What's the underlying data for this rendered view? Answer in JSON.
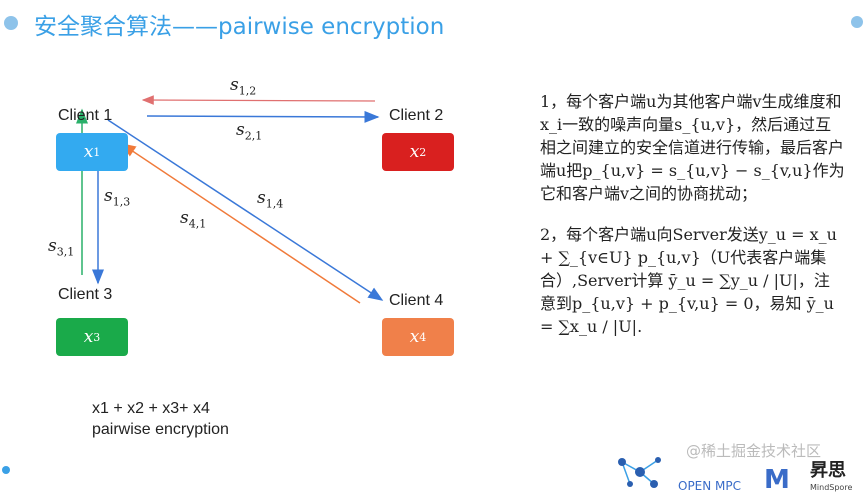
{
  "header": {
    "title": "安全聚合算法——pairwise encryption"
  },
  "colors": {
    "title": "#3aa0e6",
    "client1": "#33aaf0",
    "client2": "#d9201f",
    "client3": "#1aaa4a",
    "client4": "#f0804a",
    "arrow_blue": "#3a78d8",
    "arrow_red": "#e07070",
    "arrow_green": "#2ab06a",
    "arrow_orange": "#f07a3a"
  },
  "clients": {
    "c1": {
      "label": "Client 1",
      "var": "x",
      "sub": "1"
    },
    "c2": {
      "label": "Client 2",
      "var": "x",
      "sub": "2"
    },
    "c3": {
      "label": "Client 3",
      "var": "x",
      "sub": "3"
    },
    "c4": {
      "label": "Client 4",
      "var": "x",
      "sub": "4"
    }
  },
  "edges": {
    "s12": {
      "var": "s",
      "sub": "1,2"
    },
    "s21": {
      "var": "s",
      "sub": "2,1"
    },
    "s13": {
      "var": "s",
      "sub": "1,3"
    },
    "s31": {
      "var": "s",
      "sub": "3,1"
    },
    "s14": {
      "var": "s",
      "sub": "1,4"
    },
    "s41": {
      "var": "s",
      "sub": "4,1"
    }
  },
  "note": {
    "line1": "x1  +  x2 + x3+ x4",
    "line2": "pairwise encryption"
  },
  "description": {
    "p1": "1，每个客户端u为其他客户端v生成维度和x_i一致的噪声向量s_{u,v}，然后通过互相之间建立的安全信道进行传输，最后客户端u把p_{u,v} = s_{u,v} − s_{v,u}作为它和客户端v之间的协商扰动；",
    "p2": "2，每个客户端u向Server发送y_u = x_u + ∑_{v∈U} p_{u,v}（U代表客户端集合）,Server计算 ȳ_u = ∑y_u / |U|，注意到p_{u,v} + p_{v,u} = 0，易知 ȳ_u = ∑x_u / |U|."
  },
  "footer": {
    "logo_text": "OPEN MPC",
    "mindspore": "MindSpore",
    "watermark": "@稀土掘金技术社区",
    "brand_cn": "昇思",
    "m_letter": "M"
  }
}
